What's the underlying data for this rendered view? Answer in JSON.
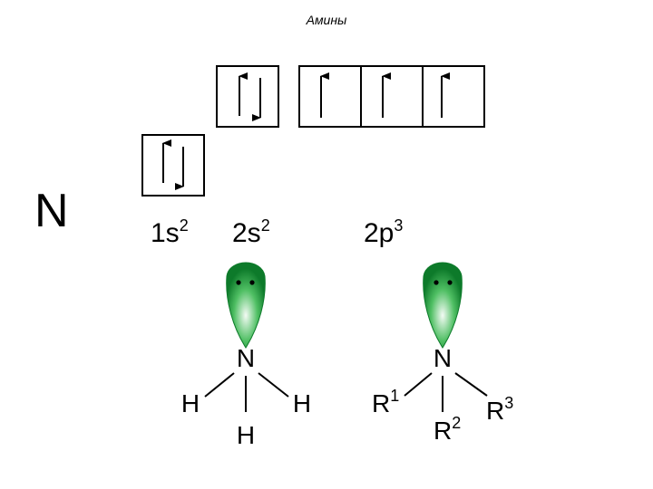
{
  "title": "Амины",
  "element_symbol": "N",
  "orbitals": {
    "s1": {
      "main": "1s",
      "sup": "2"
    },
    "s2": {
      "main": "2s",
      "sup": "2"
    },
    "p2": {
      "main": "2p",
      "sup": "3"
    }
  },
  "ammonia": {
    "center": "N",
    "left": "H",
    "right": "H",
    "bottom": "H"
  },
  "amine": {
    "center": "N",
    "left": {
      "main": "R",
      "sup": "1"
    },
    "bottom": {
      "main": "R",
      "sup": "2"
    },
    "right": {
      "main": "R",
      "sup": "3"
    }
  },
  "colors": {
    "lobe_dark": "#0d7a2a",
    "lobe_light": "#e9f7ec",
    "line": "#000000"
  }
}
